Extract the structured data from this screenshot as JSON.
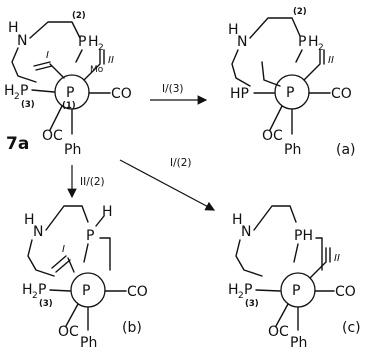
{
  "compound_label": "7a",
  "arrows": [
    {
      "id": "to-a",
      "label": "I/(3)"
    },
    {
      "id": "to-b",
      "label": "II/(2)"
    },
    {
      "id": "to-c",
      "label": "I/(2)"
    }
  ],
  "panels": {
    "7a": {
      "N": "N",
      "H_N": "H",
      "P_top": "P",
      "PH2_top_H": "H",
      "PH2_top_sub": "2",
      "num_top": "(2)",
      "vinyl_I": "I",
      "Mo": "Mo",
      "P_center": "P",
      "num_center": "(1)",
      "vinyl_II": "II",
      "H2P_left": "H",
      "H2P_left_sub": "2",
      "P_left": "P",
      "num_left": "(3)",
      "CO_right": "CO",
      "OC_bottom": "OC",
      "Ph": "Ph"
    },
    "a": {
      "tag": "(a)",
      "N": "N",
      "H_N": "H",
      "P_top": "P",
      "PH2_top_H": "H",
      "PH2_top_sub": "2",
      "num_top": "(2)",
      "vinyl_II": "II",
      "HP_left": "HP",
      "P_center": "P",
      "CO_right": "CO",
      "OC_bottom": "OC",
      "Ph": "Ph"
    },
    "b": {
      "tag": "(b)",
      "N": "N",
      "H_N": "H",
      "P_top": "P",
      "H_top": "H",
      "vinyl_I": "I",
      "H2P_left": "H",
      "H2P_left_sub": "2",
      "P_left": "P",
      "num_left": "(3)",
      "P_center": "P",
      "CO_right": "CO",
      "OC_bottom": "OC",
      "Ph": "Ph"
    },
    "c": {
      "tag": "(c)",
      "N": "N",
      "H_N": "H",
      "PH_top": "PH",
      "vinyl_II": "II",
      "H2P_left": "H",
      "H2P_left_sub": "2",
      "P_left": "P",
      "num_left": "(3)",
      "P_center": "P",
      "CO_right": "CO",
      "OC_bottom": "OC",
      "Ph": "Ph"
    }
  }
}
